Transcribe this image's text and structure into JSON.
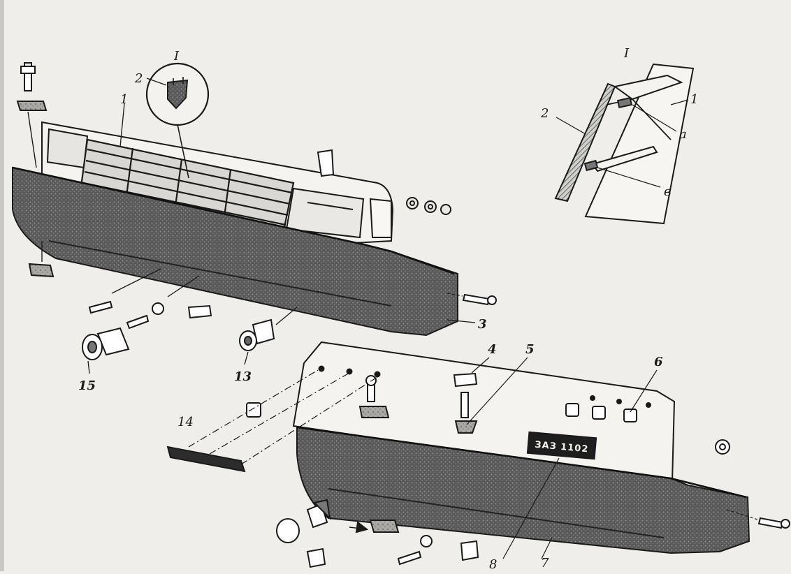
{
  "diagram": {
    "plate_text": "ЗАЗ 1102",
    "detail_marker": "I",
    "callouts": {
      "main_detail": "I",
      "main_grille": "1",
      "main_badge": "2",
      "front_bumper": "3",
      "rear_clip": "4",
      "rear_plate_bracket": "5",
      "rear_plug": "6",
      "rear_bumper": "7",
      "rear_plate": "8",
      "emblem": "14",
      "front_plug_big": "15",
      "front_plug_small": "13",
      "detail_grille": "1",
      "detail_badge": "2",
      "detail_a": "a",
      "detail_b": "в"
    },
    "colors": {
      "ink": "#1a1a1a",
      "paper": "#efeeea",
      "shade": "#6e6e6e"
    }
  }
}
